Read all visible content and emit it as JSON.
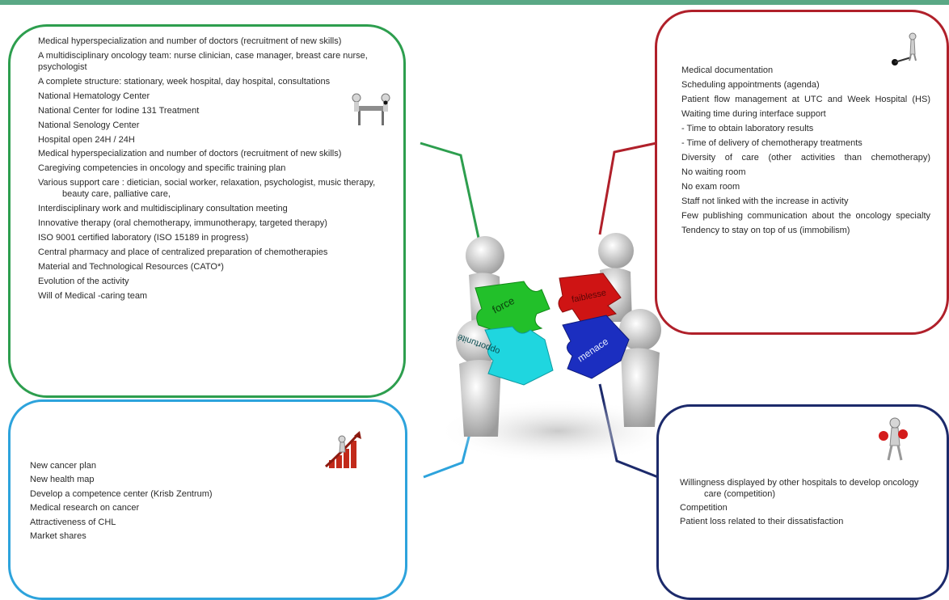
{
  "strengths": {
    "color": "#2d9e4e",
    "icon": "doctors-discussion-icon",
    "items": [
      "Medical hyperspecialization and number of doctors (recruitment of new skills)",
      "A multidisciplinary oncology team: nurse clinician, case manager, breast care nurse, psychologist",
      "A complete structure: stationary, week hospital, day hospital, consultations",
      "National Hematology Center",
      "National Center for Iodine 131 Treatment",
      "National Senology Center",
      "Hospital open 24H / 24H",
      "Medical hyperspecialization and number of doctors (recruitment of new skills)",
      "Caregiving competencies in oncology and specific training plan",
      "Various support care : dietician, social worker, relaxation, psychologist, music therapy, beauty care, palliative care,",
      "Interdisciplinary work and multidisciplinary consultation meeting",
      "Innovative therapy (oral chemotherapy, immunotherapy, targeted therapy)",
      "ISO 9001 certified laboratory (ISO 15189 in progress)",
      "Central pharmacy and place of centralized preparation of chemotherapies",
      "Material and Technological Resources (CATO*)",
      "Evolution of the activity",
      "Will of Medical -caring team"
    ]
  },
  "weaknesses": {
    "color": "#b0202a",
    "icon": "figure-balancing-icon",
    "items": [
      "Medical documentation",
      "Scheduling appointments (agenda)",
      "Patient flow management at UTC and Week Hospital (HS)",
      "Waiting time during interface support",
      "- Time to obtain laboratory results",
      "- Time of delivery of chemotherapy treatments",
      "Diversity of care (other activities than chemotherapy)",
      "No waiting room",
      "No exam room",
      "Staff not linked with the increase in activity",
      "Few publishing communication about the oncology specialty",
      "Tendency to stay on top of us (immobilism)"
    ]
  },
  "opportunities": {
    "color": "#2da3dc",
    "icon": "growth-chart-icon",
    "items": [
      "New cancer plan",
      "New health map",
      "Develop a competence center (Krisb Zentrum)",
      "Medical research on cancer",
      "Attractiveness of CHL",
      "Market shares"
    ]
  },
  "threats": {
    "color": "#1c2a6b",
    "icon": "figure-boxing-icon",
    "items": [
      "Willingness displayed by other hospitals to develop oncology care (competition)",
      "Competition",
      "Patient loss related to their dissatisfaction"
    ]
  },
  "puzzle": {
    "green_label": "force",
    "red_label": "faiblesse",
    "cyan_label": "opportunité",
    "blue_label": "menace",
    "colors": {
      "green": "#22c02a",
      "red": "#cf1414",
      "cyan": "#1fd6df",
      "blue": "#1b2ec0"
    }
  }
}
